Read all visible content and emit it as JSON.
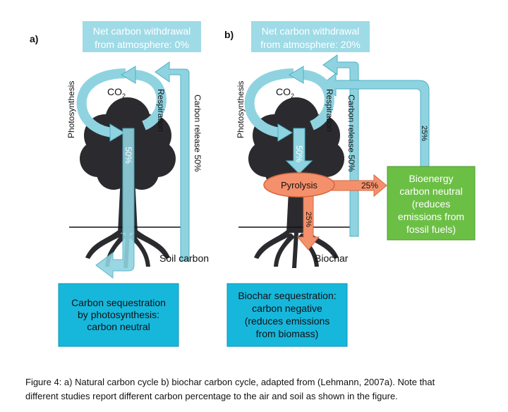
{
  "panel_a": {
    "label": "a)",
    "withdrawal_line1": "Net carbon withdrawal",
    "withdrawal_line2": "from atmosphere: 0%",
    "co2": "CO",
    "co2_sub": "2",
    "photosynthesis": "Photosynthesis",
    "respiration": "Respiration",
    "carbon_release": "Carbon release 50%",
    "tree_flow": "50%",
    "soil_carbon": "Soil carbon",
    "box_line1": "Carbon sequestration",
    "box_line2": "by photosynthesis:",
    "box_line3": "carbon neutral"
  },
  "panel_b": {
    "label": "b)",
    "withdrawal_line1": "Net carbon withdrawal",
    "withdrawal_line2": "from atmosphere: 20%",
    "co2": "CO",
    "co2_sub": "2",
    "photosynthesis": "Photosynthesis",
    "respiration": "Respiration",
    "carbon_release": "Carbon release 50%",
    "tree_flow": "50%",
    "pyrolysis": "Pyrolysis",
    "to_bioenergy": "25%",
    "to_biochar": "25%",
    "bioenergy_return": "25%",
    "biochar": "Biochar",
    "bioenergy_line1": "Bioenergy",
    "bioenergy_line2": "carbon neutral",
    "bioenergy_line3": "(reduces",
    "bioenergy_line4": "emissions from",
    "bioenergy_line5": "fossil fuels)",
    "box_line1": "Biochar sequestration:",
    "box_line2": "carbon negative",
    "box_line3": "(reduces emissions",
    "box_line4": "from biomass)"
  },
  "caption_line1": "Figure 4: a) Natural carbon cycle b) biochar carbon cycle, adapted from (Lehmann, 2007a). Note that",
  "caption_line2": "different studies report different carbon percentage to the air and soil as shown in the figure.",
  "colors": {
    "light_arrow": "#8fd3e0",
    "light_arrow_edge": "#4fb0c6",
    "withdrawal_box": "#9edbe6",
    "sequestration_box": "#17b7dc",
    "pyrolysis_fill": "#f4916c",
    "pyrolysis_edge": "#d8663c",
    "bioenergy_box": "#6cbf45",
    "tree": "#2b2b2f"
  }
}
